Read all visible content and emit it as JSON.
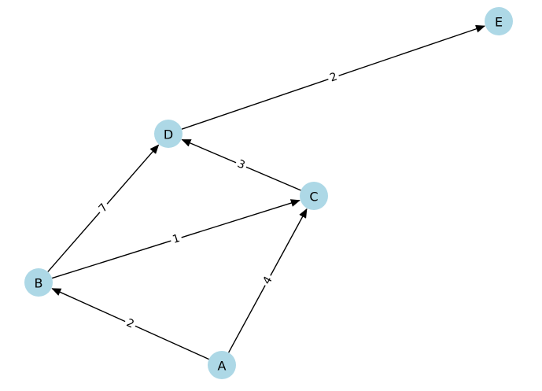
{
  "graph": {
    "type": "directed-weighted-graph",
    "node_color": "#add8e6",
    "edge_color": "#000000",
    "nodes": [
      {
        "id": "A",
        "label": "A"
      },
      {
        "id": "B",
        "label": "B"
      },
      {
        "id": "C",
        "label": "C"
      },
      {
        "id": "D",
        "label": "D"
      },
      {
        "id": "E",
        "label": "E"
      }
    ],
    "edges": [
      {
        "from": "A",
        "to": "B",
        "weight": "2"
      },
      {
        "from": "A",
        "to": "C",
        "weight": "4"
      },
      {
        "from": "B",
        "to": "C",
        "weight": "1"
      },
      {
        "from": "B",
        "to": "D",
        "weight": "7"
      },
      {
        "from": "C",
        "to": "D",
        "weight": "3"
      },
      {
        "from": "D",
        "to": "E",
        "weight": "2"
      }
    ]
  }
}
